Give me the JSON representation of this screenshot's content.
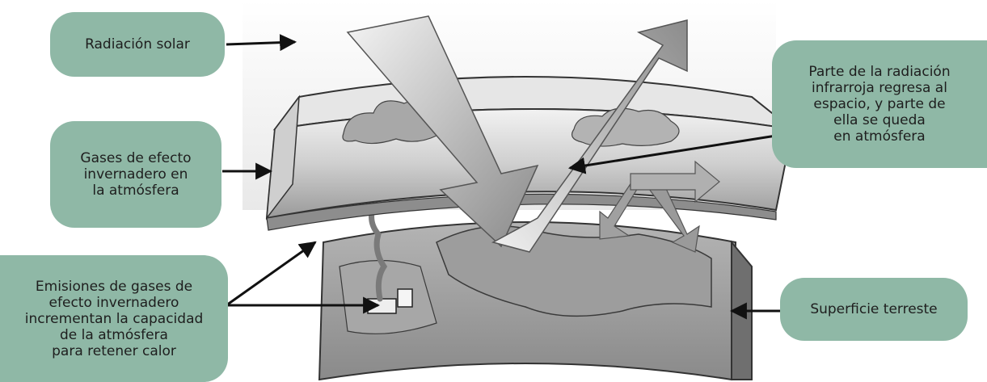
{
  "colors": {
    "callout_fill": "#8fb8a6",
    "arrow": "#111111",
    "background": "#ffffff"
  },
  "labels": {
    "solar_radiation": "Radiación solar",
    "greenhouse_gases": "Gases de efecto\ninvernadero en\nla atmósfera",
    "emissions": "Emisiones de gases de\nefecto invernadero\nincrementan la capacidad\nde la atmósfera\npara retener calor",
    "infrared_return": "Parte de la radiación\ninfrarroja regresa al\nespacio, y parte de\nella se queda\nen atmósfera",
    "earth_surface": "Superficie terreste"
  }
}
